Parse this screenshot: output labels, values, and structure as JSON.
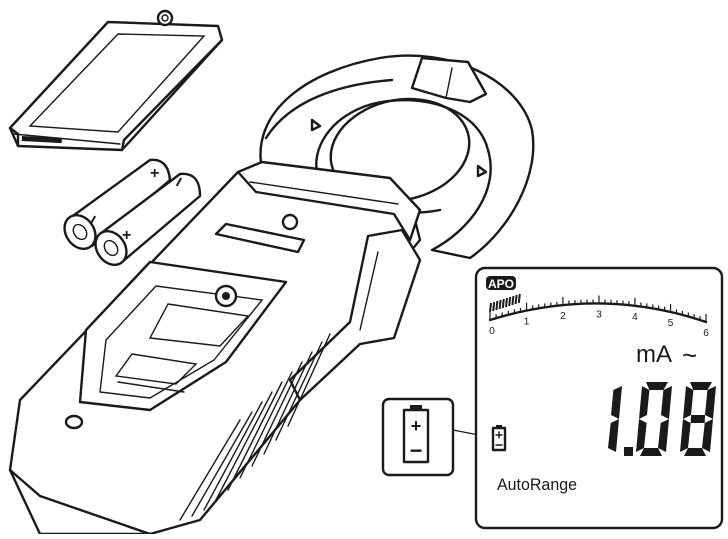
{
  "lcd": {
    "apo_badge": "APO",
    "scale_ticks": [
      "0",
      "1",
      "2",
      "3",
      "4",
      "5",
      "6"
    ],
    "unit": "mA",
    "ac_symbol": "~",
    "reading": "1.08",
    "range_mode": "AutoRange"
  },
  "callout": {
    "plus": "+",
    "minus": "−"
  },
  "batteries": {
    "plus": "+",
    "minus": "−"
  },
  "colors": {
    "ink": "#1a1a1a",
    "panel": "#ffffff"
  }
}
